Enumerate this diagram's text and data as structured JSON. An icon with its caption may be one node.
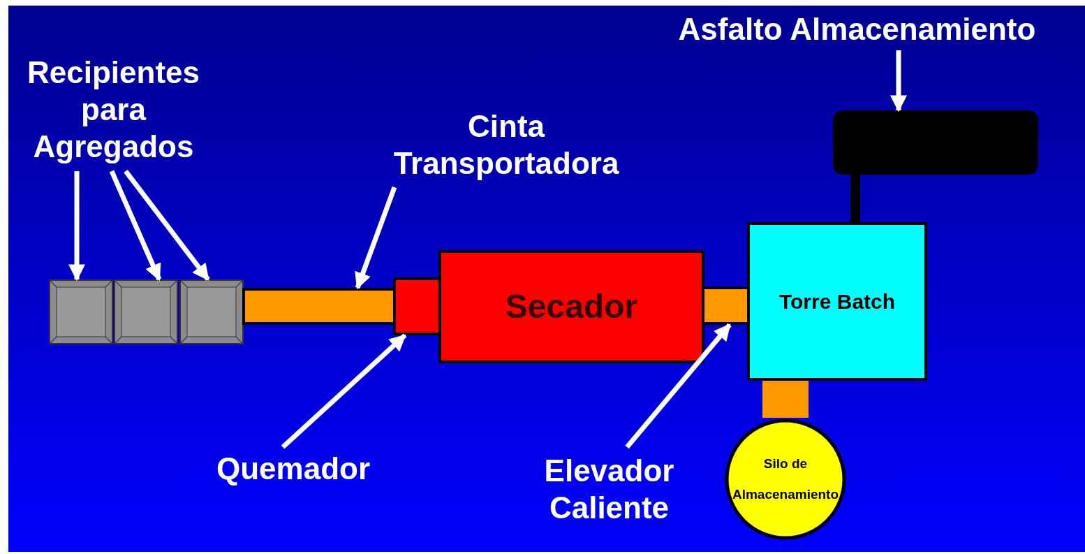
{
  "diagram": {
    "nodes": [
      {
        "text": [
          "Recipientes para Agregados"
        ]
      },
      {
        "text": [],
        "shape": "box"
      },
      {
        "text": [],
        "shape": "box"
      },
      {
        "text": [],
        "shape": "box"
      },
      {
        "text": [],
        "shape": "bar"
      },
      {
        "text": [
          "Cinta Transportadora"
        ]
      },
      {
        "text": [],
        "shape": "box"
      },
      {
        "text": [
          "Secador"
        ]
      },
      {
        "text": [],
        "shape": "bar"
      },
      {
        "text": [
          "Torre Batch"
        ]
      },
      {
        "text": [],
        "shape": "box"
      },
      {
        "text": [
          "Asfalto Almacenamiento"
        ]
      },
      {
        "text": [
          "Quemador"
        ]
      },
      {
        "text": [
          "Elevador Caliente"
        ]
      },
      {
        "text": [
          "Silo de Almacenamiento"
        ]
      }
    ],
    "edges": [
      {
        "from": 0,
        "to": 1,
        "arrow": "to"
      },
      {
        "from": 0,
        "to": 2,
        "arrow": "to"
      },
      {
        "from": 0,
        "to": 3,
        "arrow": "to"
      },
      {
        "from": 5,
        "to": 4,
        "arrow": "to"
      },
      {
        "from": 12,
        "to": 6,
        "arrow": "to"
      },
      {
        "from": 13,
        "to": 8,
        "arrow": "to"
      },
      {
        "from": 11,
        "to": 10,
        "arrow": "to"
      },
      {
        "from": 10,
        "to": 9,
        "arrow": "none",
        "style": "thick",
        "color": "#000000"
      },
      {
        "from": 9,
        "to": 14,
        "arrow": "none",
        "style": "thick",
        "color": "#ff9900"
      }
    ]
  }
}
